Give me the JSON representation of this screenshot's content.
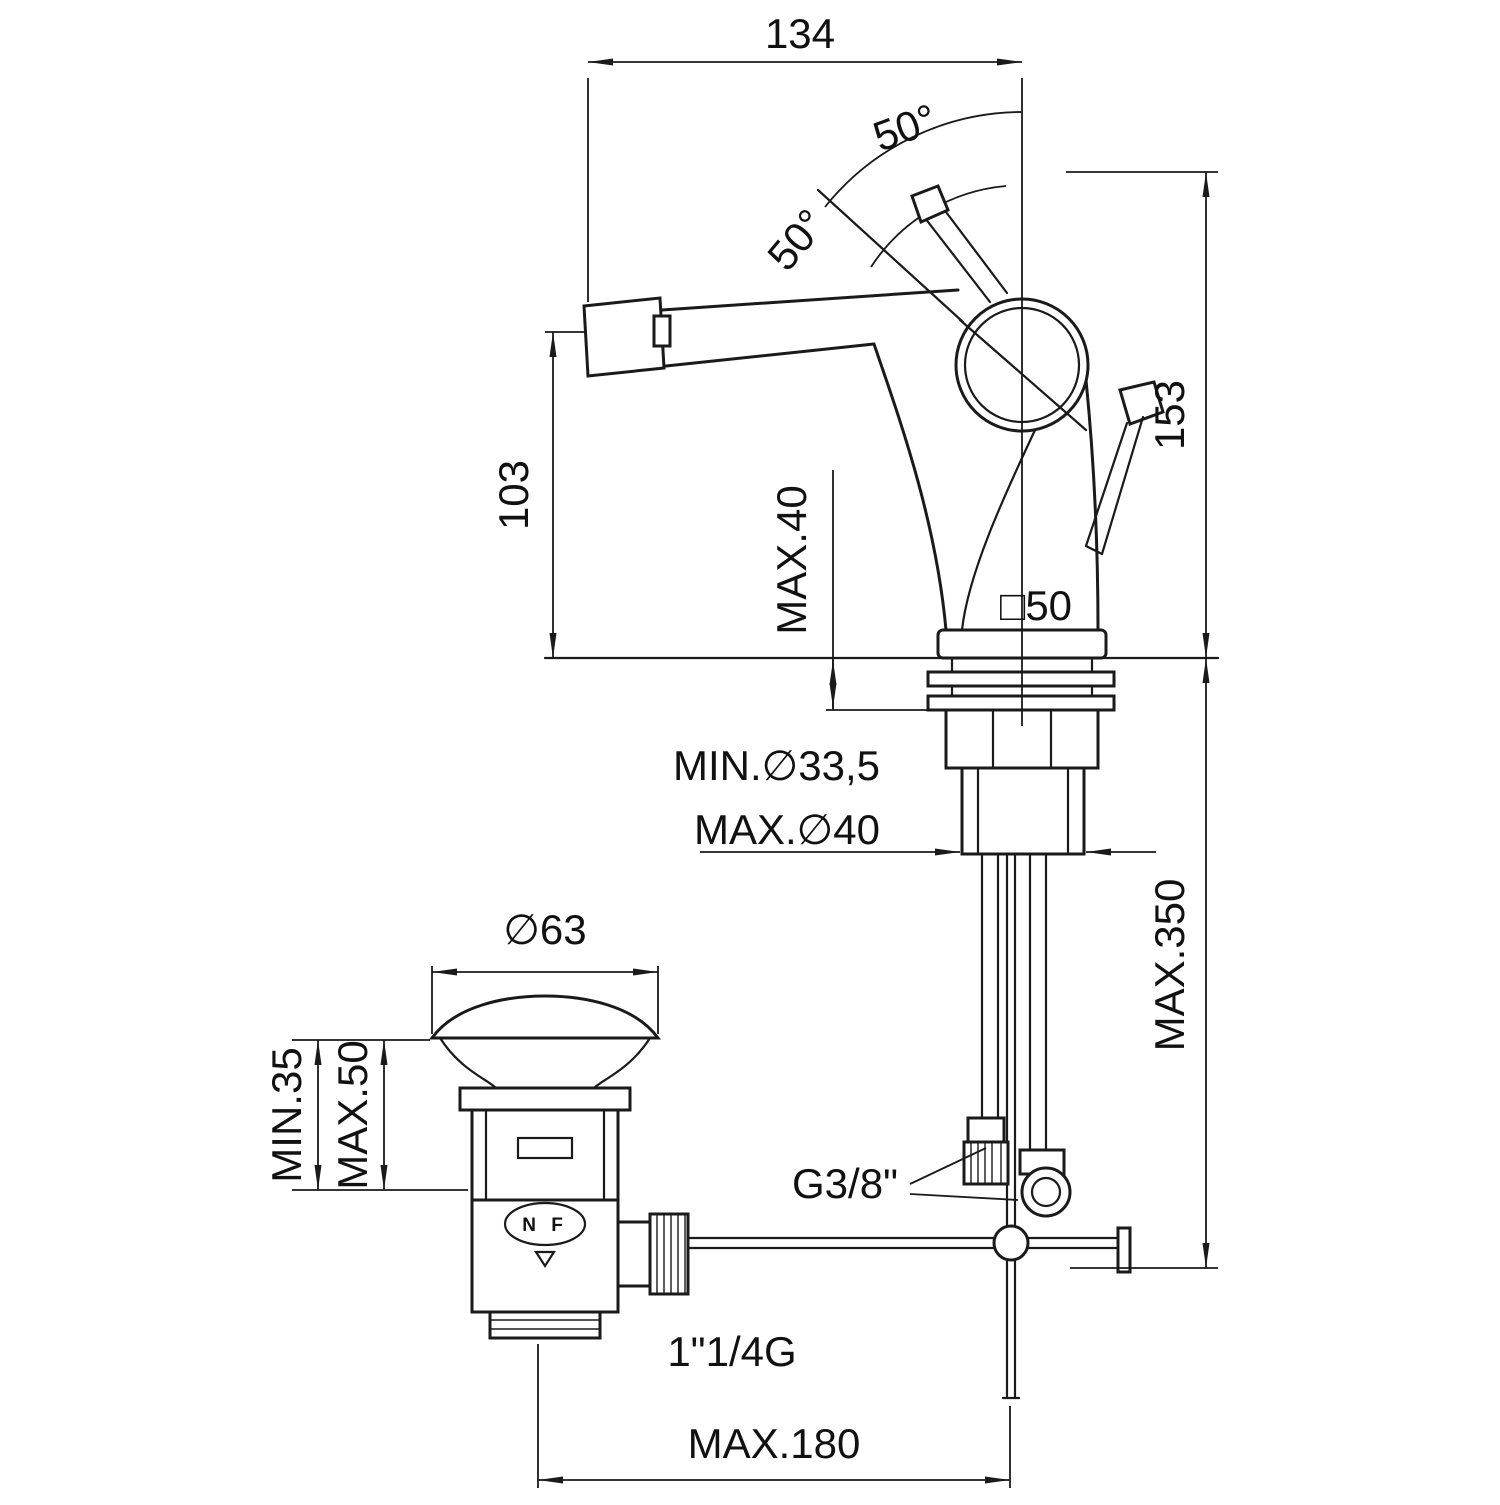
{
  "drawing": {
    "background": "#ffffff",
    "line_color": "#1a1a1a",
    "labels": {
      "dim_spout_reach": "134",
      "dim_angle_upper": "50°",
      "dim_angle_lower": "50°",
      "dim_height_total": "153",
      "dim_height_spout": "103",
      "dim_deck_max": "MAX.40",
      "dim_base_square": "□50",
      "dim_hole_min": "MIN.∅33,5",
      "dim_hole_max": "MAX.∅40",
      "dim_hose_length": "MAX.350",
      "dim_waste_cap_dia": "∅63",
      "dim_cap_min": "MIN.35",
      "dim_cap_max": "MAX.50",
      "label_hose_thread": "G3/8\"",
      "label_waste_thread": "1\"1/4G",
      "dim_rod_max": "MAX.180",
      "logo_text": "N F"
    }
  }
}
